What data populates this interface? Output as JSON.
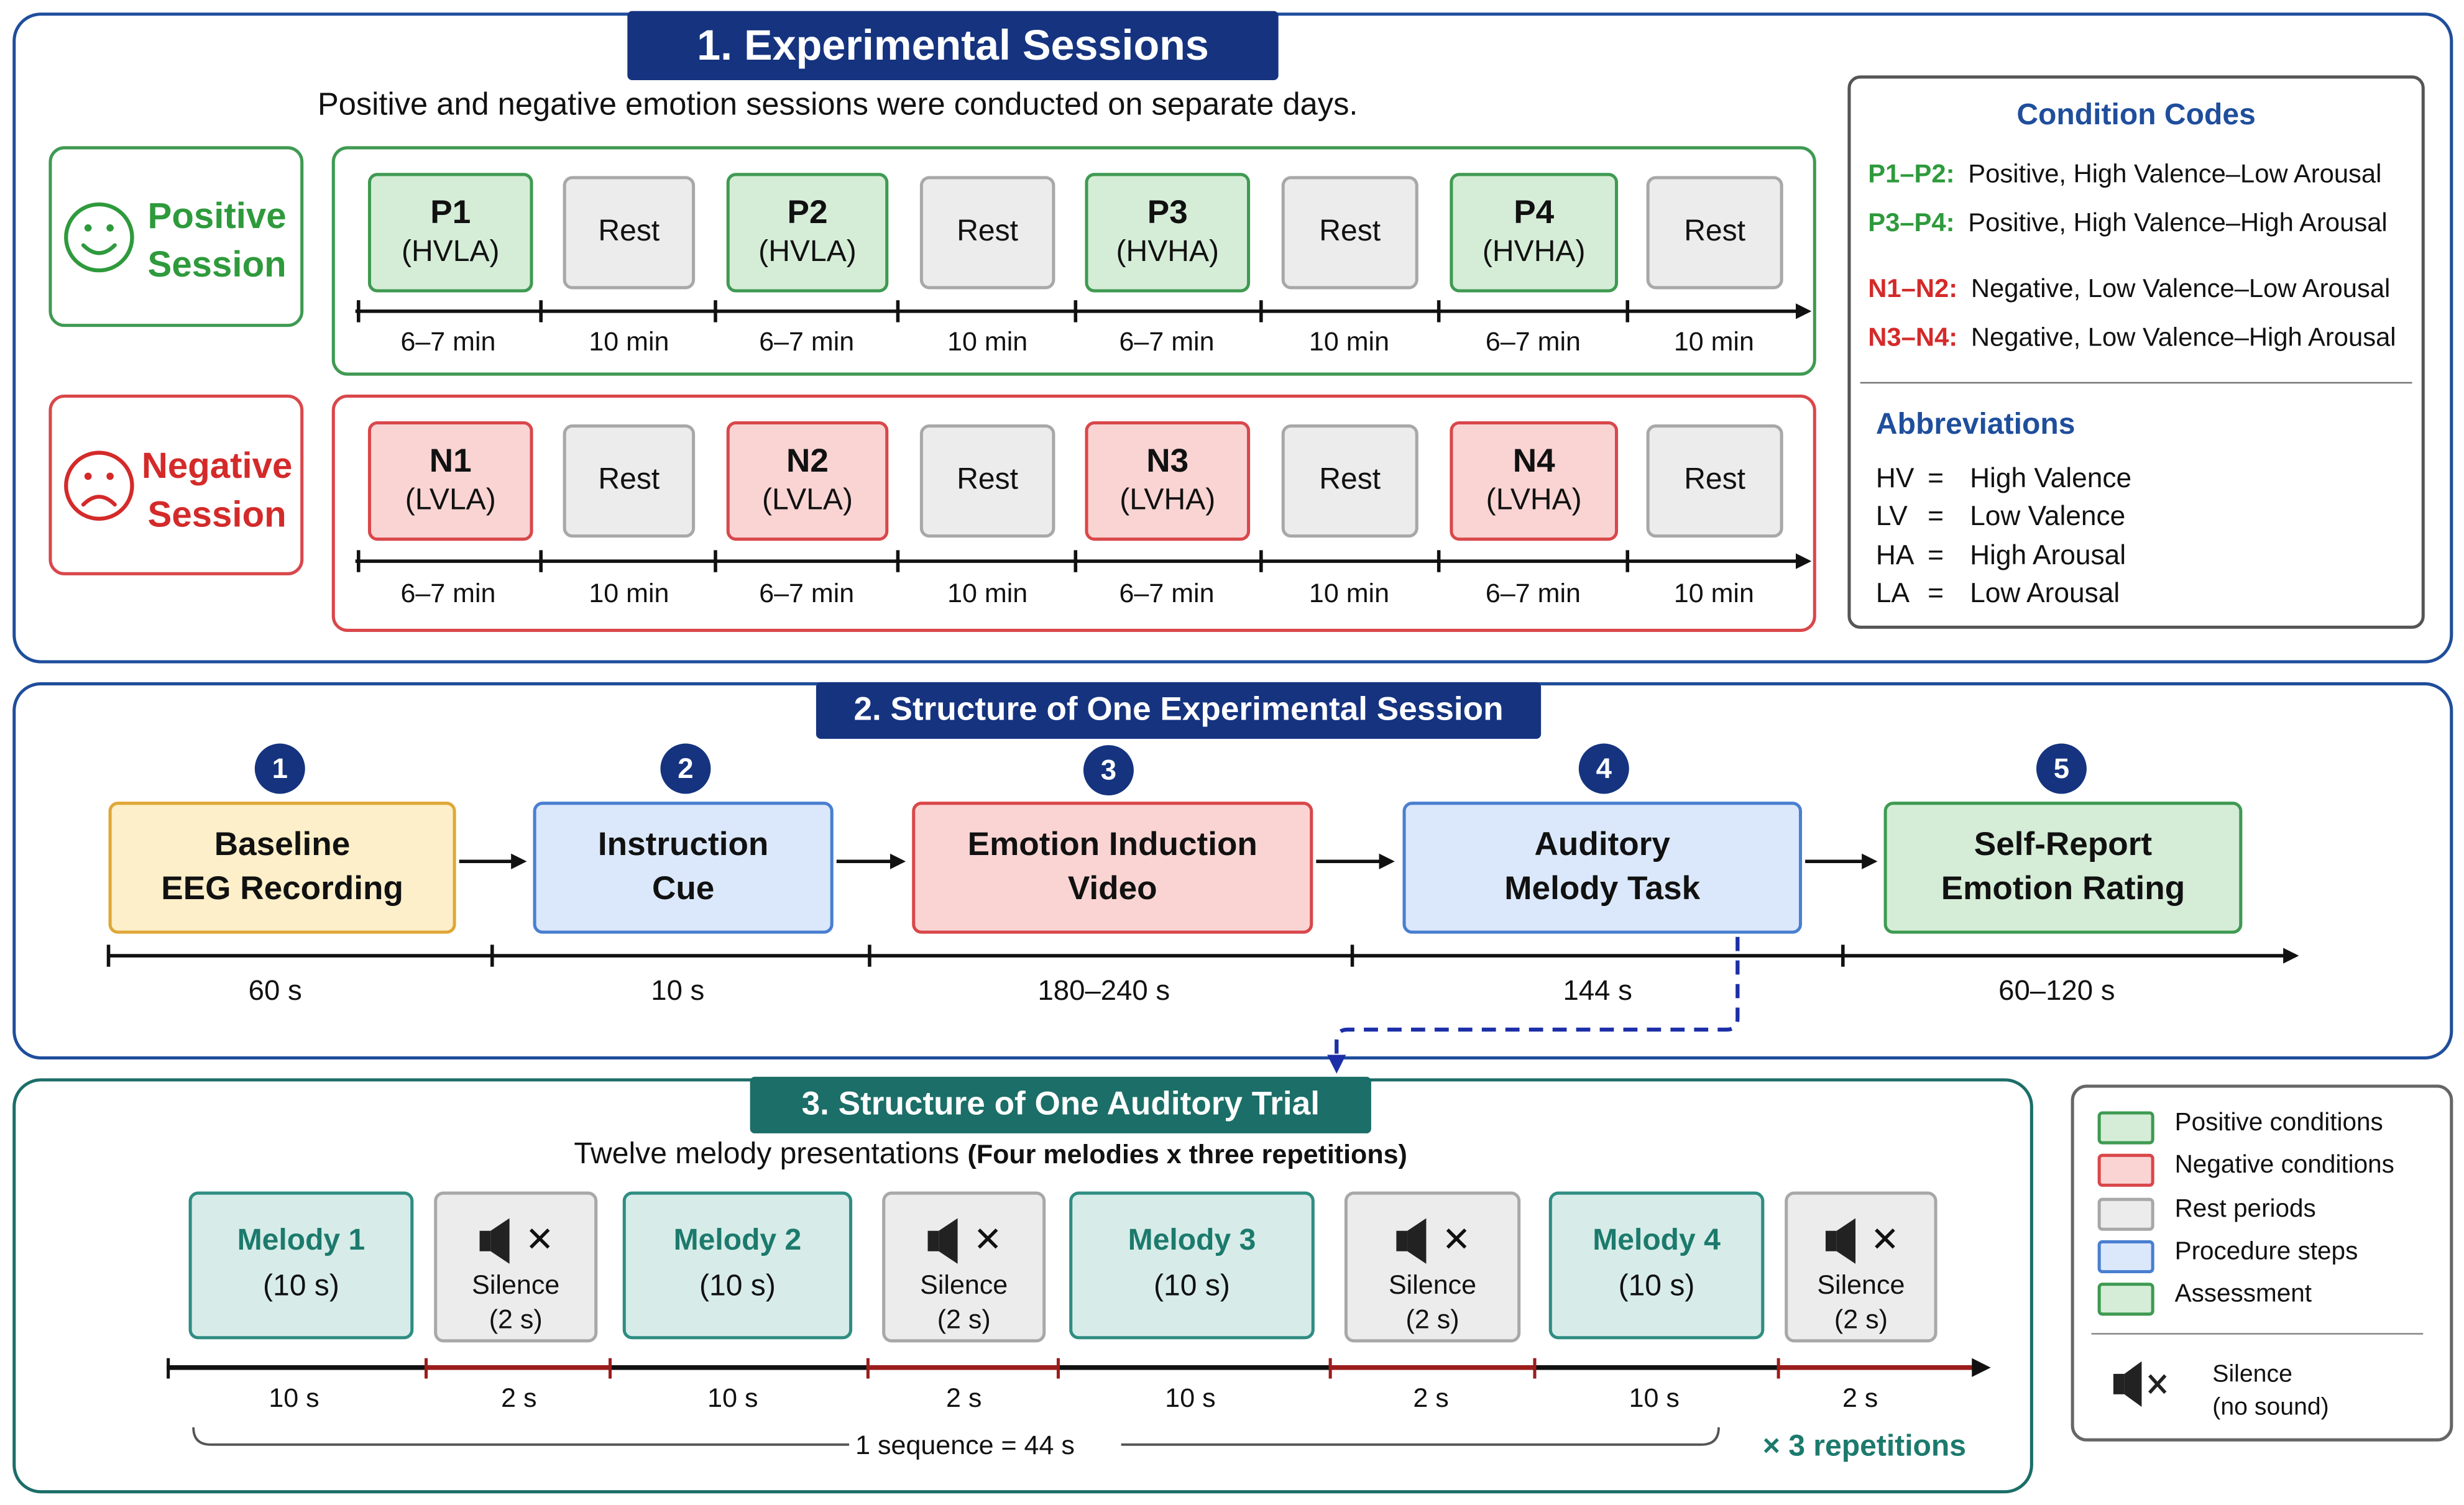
{
  "section1": {
    "title": "1. Experimental Sessions",
    "subtitle": "Positive and negative emotion sessions were conducted on separate days.",
    "positive_label": [
      "Positive",
      "Session"
    ],
    "negative_label": [
      "Negative",
      "Session"
    ],
    "positive_blocks": [
      {
        "code": "P1",
        "cond": "(HVLA)"
      },
      {
        "rest": "Rest"
      },
      {
        "code": "P2",
        "cond": "(HVLA)"
      },
      {
        "rest": "Rest"
      },
      {
        "code": "P3",
        "cond": "(HVHA)"
      },
      {
        "rest": "Rest"
      },
      {
        "code": "P4",
        "cond": "(HVHA)"
      },
      {
        "rest": "Rest"
      }
    ],
    "negative_blocks": [
      {
        "code": "N1",
        "cond": "(LVLA)"
      },
      {
        "rest": "Rest"
      },
      {
        "code": "N2",
        "cond": "(LVLA)"
      },
      {
        "rest": "Rest"
      },
      {
        "code": "N3",
        "cond": "(LVHA)"
      },
      {
        "rest": "Rest"
      },
      {
        "code": "N4",
        "cond": "(LVHA)"
      },
      {
        "rest": "Rest"
      }
    ],
    "durations": [
      "6–7 min",
      "10 min",
      "6–7 min",
      "10 min",
      "6–7 min",
      "10 min",
      "6–7 min",
      "10 min"
    ],
    "legend": {
      "title": "Condition Codes",
      "codes": [
        {
          "code": "P1–P2:",
          "desc": "Positive, High Valence–Low Arousal",
          "color": "#2e9a3c"
        },
        {
          "code": "P3–P4:",
          "desc": "Positive, High Valence–High Arousal",
          "color": "#2e9a3c"
        },
        {
          "code": "N1–N2:",
          "desc": "Negative, Low Valence–Low Arousal",
          "color": "#d42a2a"
        },
        {
          "code": "N3–N4:",
          "desc": "Negative, Low Valence–High Arousal",
          "color": "#d42a2a"
        }
      ],
      "abbr_title": "Abbreviations",
      "abbreviations": [
        {
          "key": "HV",
          "eq": "=",
          "val": "High Valence"
        },
        {
          "key": "LV",
          "eq": "=",
          "val": "Low Valence"
        },
        {
          "key": "HA",
          "eq": "=",
          "val": "High Arousal"
        },
        {
          "key": "LA",
          "eq": "=",
          "val": "Low Arousal"
        }
      ]
    }
  },
  "section2": {
    "title": "2. Structure of One Experimental Session",
    "steps": [
      {
        "num": "1",
        "lines": [
          "Baseline",
          "EEG Recording"
        ],
        "duration": "60 s"
      },
      {
        "num": "2",
        "lines": [
          "Instruction",
          "Cue"
        ],
        "duration": "10 s"
      },
      {
        "num": "3",
        "lines": [
          "Emotion Induction",
          "Video"
        ],
        "duration": "180–240 s"
      },
      {
        "num": "4",
        "lines": [
          "Auditory",
          "Melody Task"
        ],
        "duration": "144 s"
      },
      {
        "num": "5",
        "lines": [
          "Self-Report",
          "Emotion Rating"
        ],
        "duration": "60–120 s"
      }
    ]
  },
  "section3": {
    "title": "3. Structure of One Auditory Trial",
    "subtitle_main": "Twelve melody presentations",
    "subtitle_paren": "(Four melodies x three repetitions)",
    "melodies": [
      {
        "name": "Melody 1",
        "dur": "(10 s)"
      },
      {
        "name": "Melody 2",
        "dur": "(10 s)"
      },
      {
        "name": "Melody 3",
        "dur": "(10 s)"
      },
      {
        "name": "Melody 4",
        "dur": "(10 s)"
      }
    ],
    "silence": {
      "name": "Silence",
      "dur": "(2 s)",
      "x_mark": "✕"
    },
    "timeline_labels": [
      "10 s",
      "2 s",
      "10 s",
      "2 s",
      "10 s",
      "2 s",
      "10 s",
      "2 s"
    ],
    "sequence_label": "1 sequence = 44 s",
    "repetitions_label": "× 3 repetitions"
  },
  "legend3": {
    "items": [
      {
        "label": "Positive conditions",
        "color": "#d5edd7",
        "border": "#3f9a52"
      },
      {
        "label": "Negative conditions",
        "color": "#f9d4d3",
        "border": "#d9474a"
      },
      {
        "label": "Rest periods",
        "color": "#ececec",
        "border": "#a8a8a8"
      },
      {
        "label": "Procedure steps",
        "color": "#dbe8fb",
        "border": "#4a7fd0"
      },
      {
        "label": "Assessment",
        "color": "#d5edd7",
        "border": "#3f9a52"
      }
    ],
    "silence_line1": "Silence",
    "silence_line2": "(no sound)"
  },
  "colors": {
    "navy": "#15337f",
    "teal": "#1c6e68",
    "green": "#2e9a3c",
    "red": "#d42a2a"
  }
}
